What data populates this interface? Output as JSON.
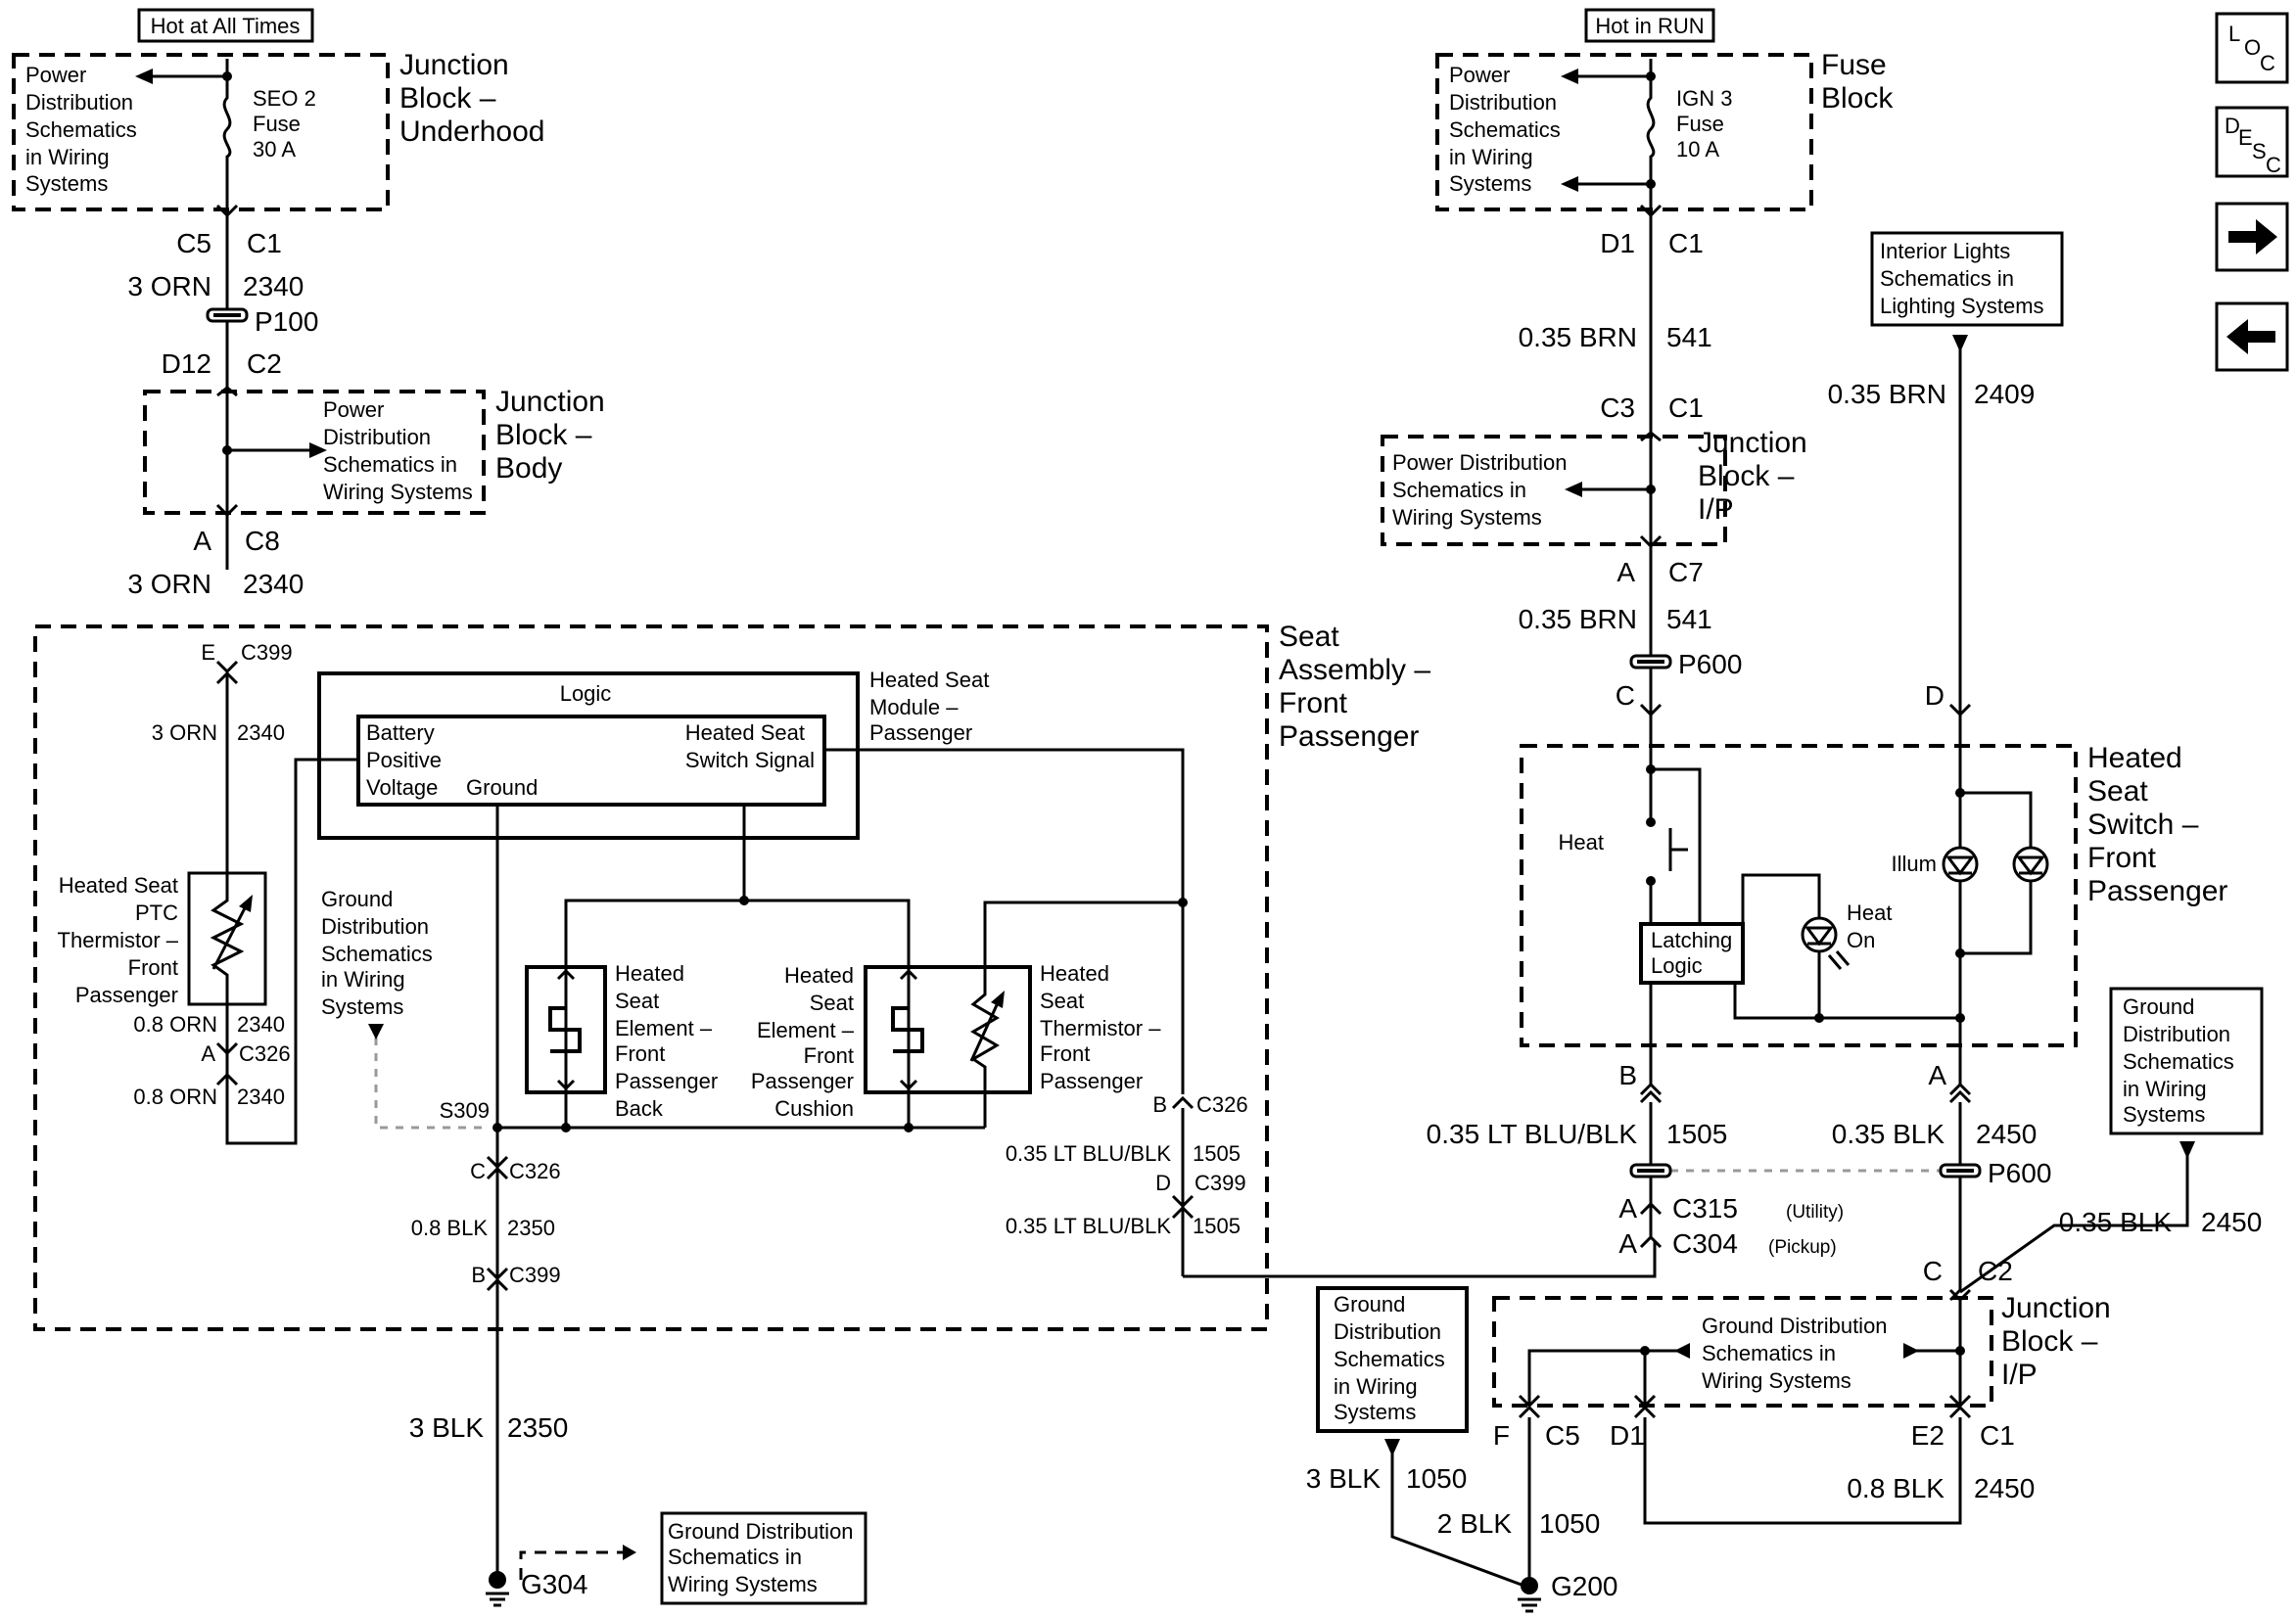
{
  "top": {
    "hot_all": "Hot at All Times",
    "hot_run": "Hot in RUN"
  },
  "left": {
    "pd1": [
      "Power",
      "Distribution",
      "Schematics",
      "in Wiring",
      "Systems"
    ],
    "fuse": [
      "SEO 2",
      "Fuse",
      "30 A"
    ],
    "jb_uh": [
      "Junction",
      "Block –",
      "Underhood"
    ],
    "c5": "C5",
    "c1": "C1",
    "w1a": "3 ORN",
    "w1b": "2340",
    "p100": "P100",
    "d12": "D12",
    "c2": "C2",
    "pd2": [
      "Power",
      "Distribution",
      "Schematics in",
      "Wiring Systems"
    ],
    "jb_body": [
      "Junction",
      "Block –",
      "Body"
    ],
    "a": "A",
    "c8": "C8",
    "w2a": "3 ORN",
    "w2b": "2340"
  },
  "seat": {
    "title": [
      "Seat",
      "Assembly –",
      "Front",
      "Passenger"
    ],
    "e": "E",
    "c399": "C399",
    "w3a": "3 ORN",
    "w3b": "2340",
    "logic": "Logic",
    "bpv": [
      "Battery",
      "Positive",
      "Voltage"
    ],
    "ground": "Ground",
    "hss": [
      "Heated Seat",
      "Switch Signal"
    ],
    "module": [
      "Heated Seat",
      "Module –",
      "Passenger"
    ],
    "thermistor": [
      "Heated Seat",
      "PTC",
      "Thermistor –",
      "Front",
      "Passenger"
    ],
    "w4a": "0.8 ORN",
    "w4b": "2340",
    "a2": "A",
    "c326": "C326",
    "w5a": "0.8 ORN",
    "w5b": "2340",
    "gd": [
      "Ground",
      "Distribution",
      "Schematics",
      "in Wiring",
      "Systems"
    ],
    "s309": "S309",
    "el_back": [
      "Heated",
      "Seat",
      "Element –",
      "Front",
      "Passenger",
      "Back"
    ],
    "el_cush": [
      "Heated",
      "Seat",
      "Element –",
      "Front",
      "Passenger",
      "Cushion"
    ],
    "therm2": [
      "Heated",
      "Seat",
      "Thermistor –",
      "Front",
      "Passenger"
    ],
    "b": "B",
    "c326b": "C326",
    "w6a": "0.35 LT BLU/BLK",
    "w6b": "1505",
    "d": "D",
    "c399b": "C399",
    "w7a": "0.35 LT BLU/BLK",
    "w7b": "1505",
    "c": "C",
    "c326c": "C326",
    "w8a": "0.8 BLK",
    "w8b": "2350",
    "b2": "B",
    "c399c": "C399"
  },
  "ground_left": {
    "w9a": "3 BLK",
    "w9b": "2350",
    "g304": "G304",
    "gds": [
      "Ground Distribution",
      "Schematics in",
      "Wiring Systems"
    ]
  },
  "right": {
    "pd3": [
      "Power",
      "Distribution",
      "Schematics",
      "in Wiring",
      "Systems"
    ],
    "fuse2": [
      "IGN 3",
      "Fuse",
      "10 A"
    ],
    "fb": [
      "Fuse",
      "Block"
    ],
    "d1": "D1",
    "c1": "C1",
    "w10a": "0.35 BRN",
    "w10b": "541",
    "c3": "C3",
    "c1b": "C1",
    "pd4": [
      "Power Distribution",
      "Schematics in",
      "Wiring Systems"
    ],
    "jb_ip": [
      "Junction",
      "Block –",
      "I/P"
    ],
    "a3": "A",
    "c7": "C7",
    "w11a": "0.35 BRN",
    "w11b": "541",
    "p600": "P600",
    "c_pin": "C",
    "il": [
      "Interior Lights",
      "Schematics in",
      "Lighting Systems"
    ],
    "w12a": "0.35 BRN",
    "w12b": "2409",
    "d_pin": "D",
    "switch_title": [
      "Heated",
      "Seat",
      "Switch –",
      "Front",
      "Passenger"
    ],
    "heat": "Heat",
    "latch": [
      "Latching",
      "Logic"
    ],
    "heat_on": [
      "Heat",
      "On"
    ],
    "illum": "Illum",
    "b3": "B",
    "a4": "A",
    "w13a": "0.35 LT BLU/BLK",
    "w13b": "1505",
    "w14a": "0.35 BLK",
    "w14b": "2450",
    "p600b": "P600",
    "a5": "A",
    "c315": "C315",
    "c315s": "(Utility)",
    "a6": "A",
    "c304": "C304",
    "c304s": "(Pickup)",
    "gd2": [
      "Ground",
      "Distribution",
      "Schematics",
      "in Wiring",
      "Systems"
    ],
    "w15a": "0.35 BLK",
    "w15b": "2450",
    "c4": "C",
    "c2": "C2",
    "gd3": [
      "Ground",
      "Distribution",
      "Schematics",
      "in Wiring",
      "Systems"
    ],
    "gds2": [
      "Ground Distribution",
      "Schematics in",
      "Wiring Systems"
    ],
    "jb_ip2": [
      "Junction",
      "Block –",
      "I/P"
    ],
    "f": "F",
    "c5": "C5",
    "d1b": "D1",
    "e2": "E2",
    "c1c": "C1",
    "w16a": "3 BLK",
    "w16b": "1050",
    "w17a": "2 BLK",
    "w17b": "1050",
    "w18a": "0.8 BLK",
    "w18b": "2450",
    "g200": "G200"
  },
  "nav": {
    "loc": [
      "L",
      "O",
      "C"
    ],
    "desc": [
      "D",
      "E",
      "S",
      "C"
    ],
    "next_icon": "arrow-right-icon",
    "prev_icon": "arrow-left-icon"
  }
}
